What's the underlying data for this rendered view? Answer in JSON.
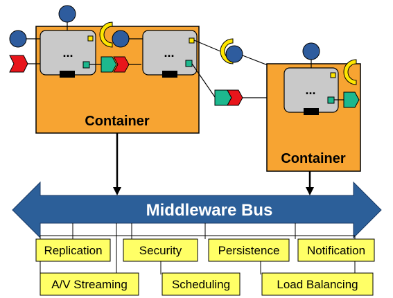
{
  "containers": [
    {
      "label": "Container"
    },
    {
      "label": "Container"
    }
  ],
  "component_glyph": "...",
  "bus": {
    "label": "Middleware Bus"
  },
  "services_top": [
    {
      "label": "Replication"
    },
    {
      "label": "Security"
    },
    {
      "label": "Persistence"
    },
    {
      "label": "Notification"
    }
  ],
  "services_bottom": [
    {
      "label": "A/V Streaming"
    },
    {
      "label": "Scheduling"
    },
    {
      "label": "Load Balancing"
    }
  ],
  "colors": {
    "container_fill": "#F7A432",
    "component_fill": "#C9C9C9",
    "port_circle": "#2E5C9E",
    "receptacle_yellow": "#FFE600",
    "event_red": "#E8151B",
    "sink_green": "#1DB88E",
    "bus_blue": "#2C5F99",
    "service_fill": "#FFFF66"
  },
  "icons": [
    "facet-port-icon",
    "receptacle-icon",
    "event-source-icon",
    "event-sink-icon"
  ]
}
